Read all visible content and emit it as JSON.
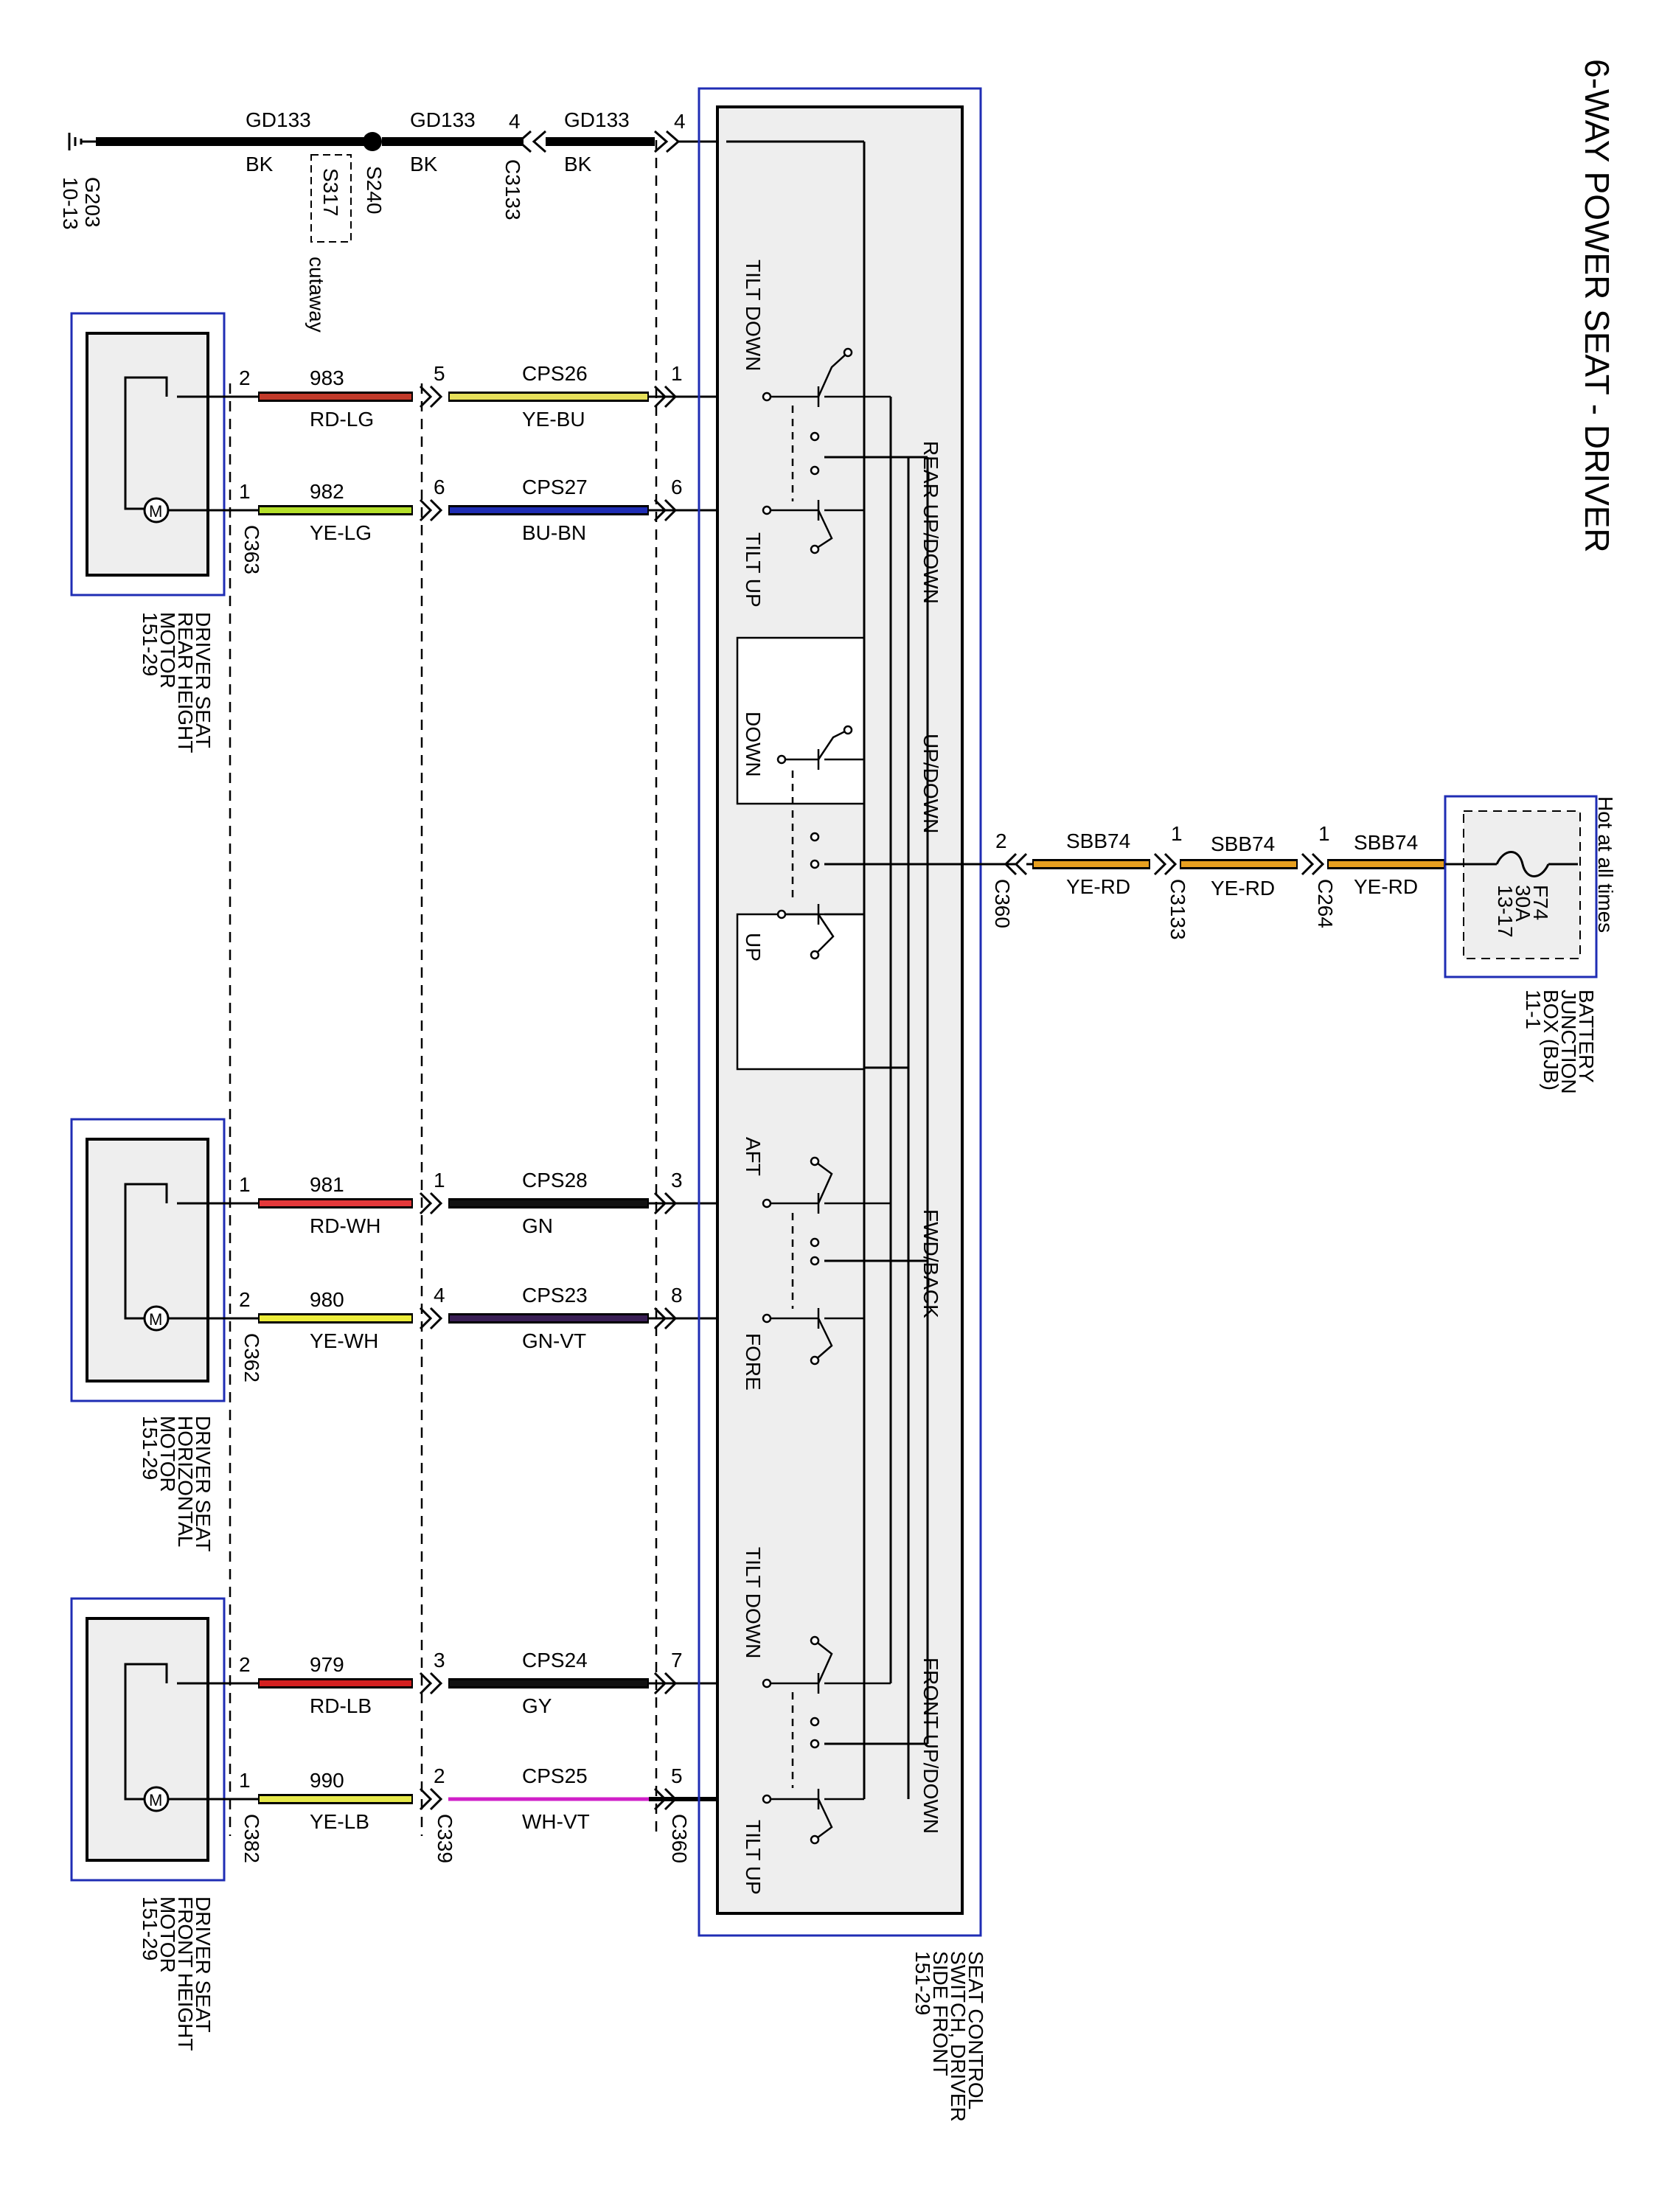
{
  "title": "6-WAY POWER SEAT - DRIVER",
  "ground": {
    "name": "G203",
    "ref": "10-13"
  },
  "splices": {
    "s240": "S240",
    "s317": "S317",
    "cutaway": "cutaway"
  },
  "ground_wires": [
    {
      "circuit": "GD133",
      "color": "BK"
    },
    {
      "circuit": "GD133",
      "color": "BK"
    },
    {
      "circuit": "GD133",
      "color": "BK"
    }
  ],
  "c3133_ground": {
    "pin": "4",
    "name": "C3133"
  },
  "switch_ground_pin": "4",
  "motors": [
    {
      "name": "DRIVER SEAT",
      "line2": "REAR HEIGHT",
      "line3": "MOTOR",
      "ref": "151-29",
      "connector": "C363"
    },
    {
      "name": "DRIVER SEAT",
      "line2": "HORIZONTAL",
      "line3": "MOTOR",
      "ref": "151-29",
      "connector": "C362"
    },
    {
      "name": "DRIVER SEAT",
      "line2": "FRONT HEIGHT",
      "line3": "MOTOR",
      "ref": "151-29",
      "connector": "C382"
    }
  ],
  "wires": [
    {
      "mpin": "2",
      "circ1": "983",
      "col1": "RD-LG",
      "c339pin": "5",
      "circ2": "CPS26",
      "col2": "YE-BU",
      "spin": "1"
    },
    {
      "mpin": "1",
      "circ1": "982",
      "col1": "YE-LG",
      "c339pin": "6",
      "circ2": "CPS27",
      "col2": "BU-BN",
      "spin": "6"
    },
    {
      "mpin": "1",
      "circ1": "981",
      "col1": "RD-WH",
      "c339pin": "1",
      "circ2": "CPS28",
      "col2": "GN",
      "spin": "3"
    },
    {
      "mpin": "2",
      "circ1": "980",
      "col1": "YE-WH",
      "c339pin": "4",
      "circ2": "CPS23",
      "col2": "GN-VT",
      "spin": "8"
    },
    {
      "mpin": "2",
      "circ1": "979",
      "col1": "RD-LB",
      "c339pin": "3",
      "circ2": "CPS24",
      "col2": "GY",
      "spin": "7"
    },
    {
      "mpin": "1",
      "circ1": "990",
      "col1": "YE-LB",
      "c339pin": "2",
      "circ2": "CPS25",
      "col2": "WH-VT",
      "spin": "5"
    }
  ],
  "connectors": {
    "c339": "C339",
    "c360": "C360"
  },
  "switch": {
    "line1": "SEAT CONTROL",
    "line2": "SWITCH, DRIVER",
    "line3": "SIDE FRONT",
    "ref": "151-29",
    "groups": [
      "REAR UP/DOWN",
      "UP/DOWN",
      "FWD/BACK",
      "FRONT UP/DOWN"
    ],
    "labels": [
      "TILT DOWN",
      "TILT UP",
      "DOWN",
      "UP",
      "AFT",
      "FORE",
      "TILT DOWN",
      "TILT UP"
    ]
  },
  "power": {
    "wires": [
      {
        "circuit": "SBB74",
        "color": "YE-RD",
        "pin": "2",
        "connector": "C360"
      },
      {
        "circuit": "SBB74",
        "color": "YE-RD",
        "pin": "1",
        "connector": "C3133"
      },
      {
        "circuit": "SBB74",
        "color": "YE-RD",
        "pin": "1",
        "connector": "C264"
      }
    ],
    "hot": "Hot at all times",
    "fuse": {
      "name": "F74",
      "rating": "30A",
      "ref": "13-17"
    },
    "bjb": {
      "line1": "BATTERY",
      "line2": "JUNCTION",
      "line3": "BOX (BJB)",
      "ref": "11-1"
    }
  },
  "colors": {
    "frame_blue": "#1f2db4",
    "panel_gray": "#eeeeee",
    "rd_lg": "#c23a2a",
    "ye_bu": "#e6e05a",
    "ye_lg": "#b5e02a",
    "bu_bn": "#1f2db4",
    "rd_wh": "#e4383a",
    "gn": "#111111",
    "ye_wh": "#ecec3a",
    "gn_vt": "#3a1f55",
    "rd_lb": "#d42020",
    "gy": "#111111",
    "ye_lb": "#e6e84a",
    "wh_vt": "#d020c8",
    "ye_rd": "#e8a020"
  }
}
